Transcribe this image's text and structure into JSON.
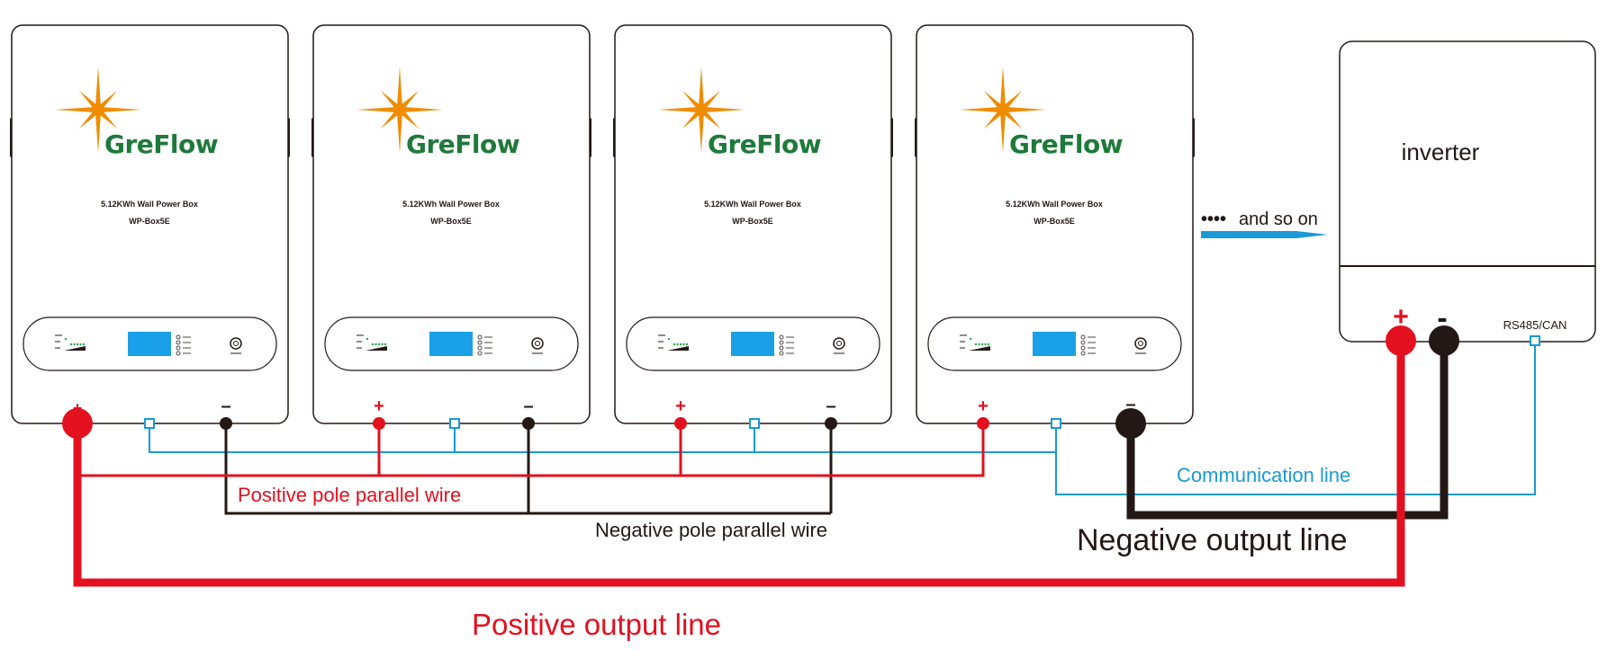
{
  "battery": {
    "brand": "GreFlow",
    "model_line1": "5.12KWh  Wall  Power  Box",
    "model_line2": "WP-Box5E"
  },
  "terminals": {
    "positive_symbol": "+",
    "negative_symbol": "–"
  },
  "continuation": {
    "dots": "••••",
    "text": "and so on"
  },
  "inverter": {
    "label": "inverter",
    "port_label": "RS485/CAN",
    "positive_symbol": "+",
    "negative_symbol": "-"
  },
  "wire_labels": {
    "positive_parallel": "Positive pole parallel wire",
    "negative_parallel": "Negative pole parallel wire",
    "communication": "Communication line",
    "negative_output": "Negative output line",
    "positive_output": "Positive output line"
  },
  "colors": {
    "positive": "#e3101f",
    "negative": "#231815",
    "communication": "#1a9ad6",
    "brand_green": "#1e7a3a",
    "brand_star": "#f08c00",
    "display": "#1aa0e6"
  }
}
